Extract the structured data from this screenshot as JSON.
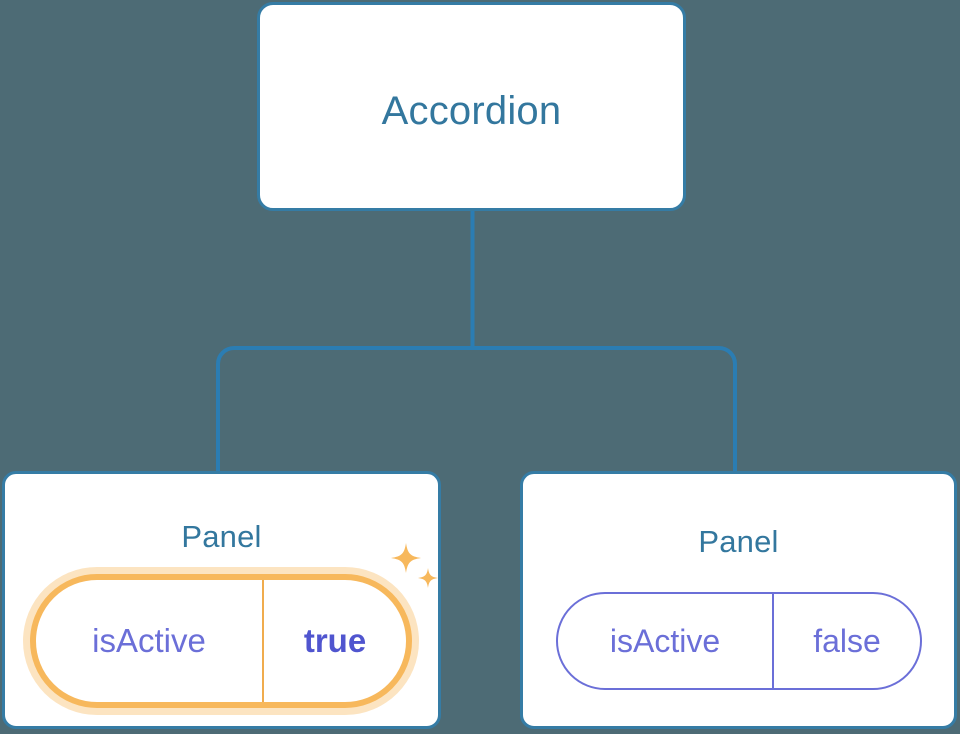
{
  "diagram": {
    "type": "component-tree",
    "background_color": "#4d6b75",
    "node_border_color": "#357ca5",
    "node_title_color": "#33779e",
    "connector_color": "#2b7db3",
    "prop_color": "#6b6fd8",
    "highlight_color": "#f7b85c",
    "highlight_glow_color": "#fbd9a3"
  },
  "root": {
    "title": "Accordion"
  },
  "children": [
    {
      "title": "Panel",
      "prop": {
        "key": "isActive",
        "value": "true"
      },
      "highlighted": true,
      "sparkle_icons": [
        "sparkle-large-icon",
        "sparkle-small-icon"
      ]
    },
    {
      "title": "Panel",
      "prop": {
        "key": "isActive",
        "value": "false"
      },
      "highlighted": false
    }
  ]
}
